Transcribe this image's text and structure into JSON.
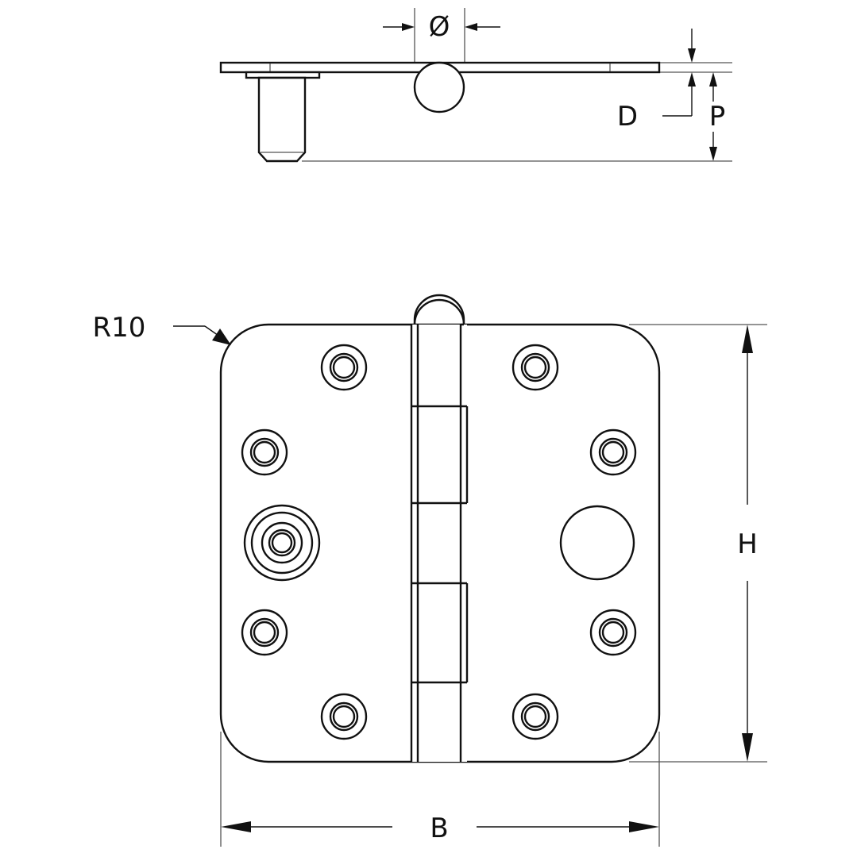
{
  "labels": {
    "diameter": "Ø",
    "thickness": "D",
    "pin_projection": "P",
    "corner_radius": "R10",
    "height": "H",
    "width": "B"
  },
  "colors": {
    "line": "#111111",
    "extension_line": "#555555",
    "background": "#ffffff"
  }
}
